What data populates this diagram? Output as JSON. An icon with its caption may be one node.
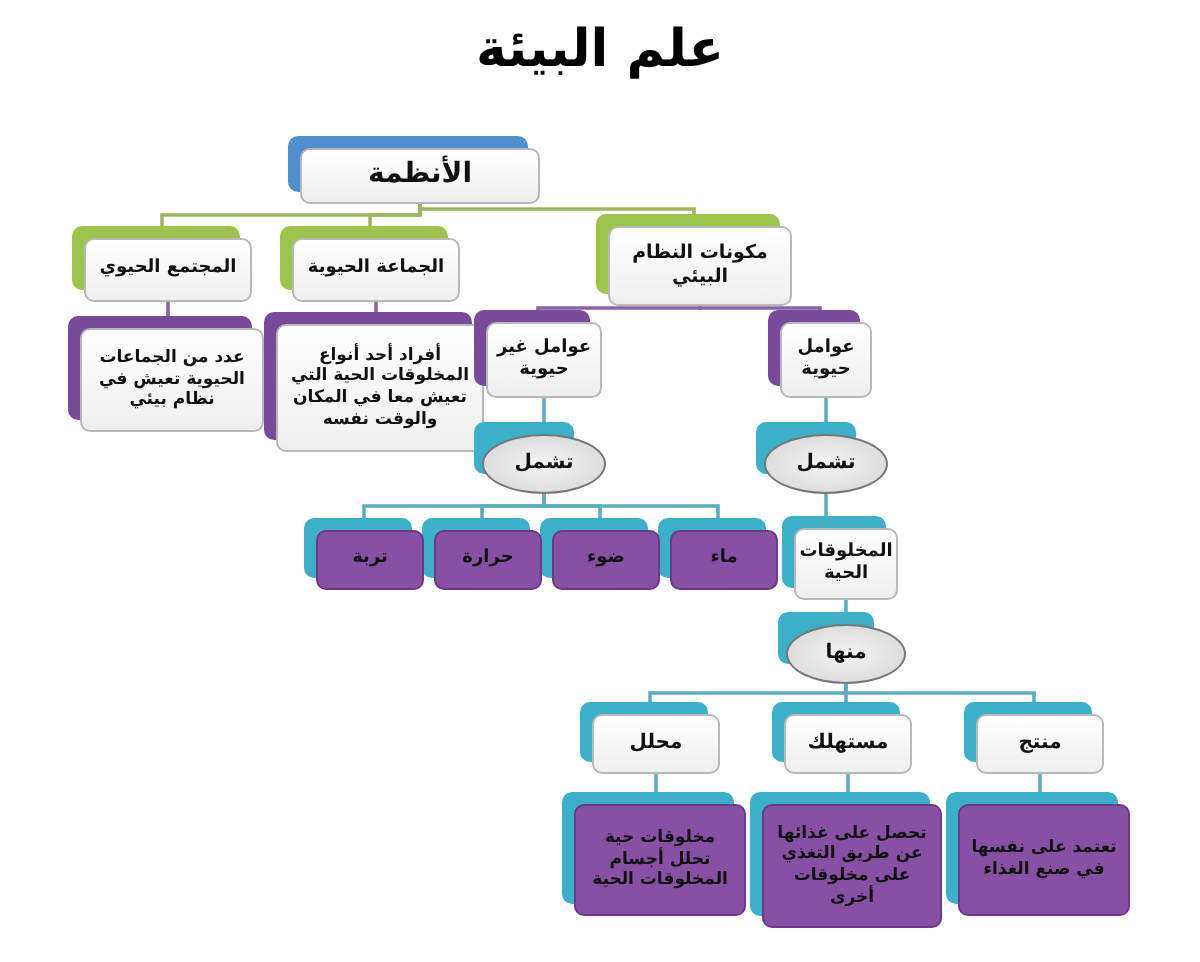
{
  "diagram": {
    "title": "علم البيئة",
    "nodes": [
      {
        "text": [
          "الأنظمة"
        ]
      },
      {
        "text": [
          "مكونات النظام البيئي"
        ]
      },
      {
        "text": [
          "الجماعة الحيوية"
        ]
      },
      {
        "text": [
          "المجتمع الحيوي"
        ]
      },
      {
        "text": [
          "أفراد أحد أنواع المخلوقات الحية التي تعيش معا في المكان والوقت نفسه"
        ]
      },
      {
        "text": [
          "عدد من الجماعات الحيوية تعيش في نظام بيئي"
        ]
      },
      {
        "text": [
          "عوامل حيوية"
        ]
      },
      {
        "text": [
          "عوامل غير حيوية"
        ]
      },
      {
        "text": [
          "تشمل"
        ]
      },
      {
        "text": [
          "تشمل"
        ]
      },
      {
        "text": [
          "ماء"
        ]
      },
      {
        "text": [
          "ضوء"
        ]
      },
      {
        "text": [
          "حرارة"
        ]
      },
      {
        "text": [
          "تربة"
        ]
      },
      {
        "text": [
          "المخلوقات الحية"
        ]
      },
      {
        "text": [
          "منها"
        ]
      },
      {
        "text": [
          "منتج"
        ]
      },
      {
        "text": [
          "مستهلك"
        ]
      },
      {
        "text": [
          "محلل"
        ]
      },
      {
        "text": [
          "تعتمد على نفسها في صنع الغذاء"
        ]
      },
      {
        "text": [
          "تحصل على غذائها عن طريق التغذي على مخلوقات أخرى"
        ]
      },
      {
        "text": [
          "مخلوقات حية تحلل أجسام المخلوقات الحية"
        ]
      }
    ],
    "edges": [
      {
        "from": 0,
        "to": 1,
        "arrow": "none",
        "color": "#9cb85a"
      },
      {
        "from": 0,
        "to": 2,
        "arrow": "none",
        "color": "#9cb85a"
      },
      {
        "from": 0,
        "to": 3,
        "arrow": "none",
        "color": "#9cb85a"
      },
      {
        "from": 2,
        "to": 4,
        "arrow": "none",
        "color": "#8a62a8"
      },
      {
        "from": 3,
        "to": 5,
        "arrow": "none",
        "color": "#8a62a8"
      },
      {
        "from": 1,
        "to": 6,
        "arrow": "none",
        "color": "#8a62a8"
      },
      {
        "from": 1,
        "to": 7,
        "arrow": "none",
        "color": "#8a62a8"
      },
      {
        "from": 7,
        "to": 8,
        "arrow": "none"
      },
      {
        "from": 6,
        "to": 9,
        "arrow": "none"
      },
      {
        "from": 8,
        "to": 10,
        "arrow": "none"
      },
      {
        "from": 8,
        "to": 11,
        "arrow": "none"
      },
      {
        "from": 8,
        "to": 12,
        "arrow": "none"
      },
      {
        "from": 8,
        "to": 13,
        "arrow": "none"
      },
      {
        "from": 9,
        "to": 14,
        "arrow": "none"
      },
      {
        "from": 14,
        "to": 15,
        "arrow": "none"
      },
      {
        "from": 15,
        "to": 16,
        "arrow": "none"
      },
      {
        "from": 15,
        "to": 17,
        "arrow": "none"
      },
      {
        "from": 15,
        "to": 18,
        "arrow": "none"
      },
      {
        "from": 16,
        "to": 19,
        "arrow": "none"
      },
      {
        "from": 17,
        "to": 20,
        "arrow": "none"
      },
      {
        "from": 18,
        "to": 21,
        "arrow": "none"
      }
    ]
  }
}
